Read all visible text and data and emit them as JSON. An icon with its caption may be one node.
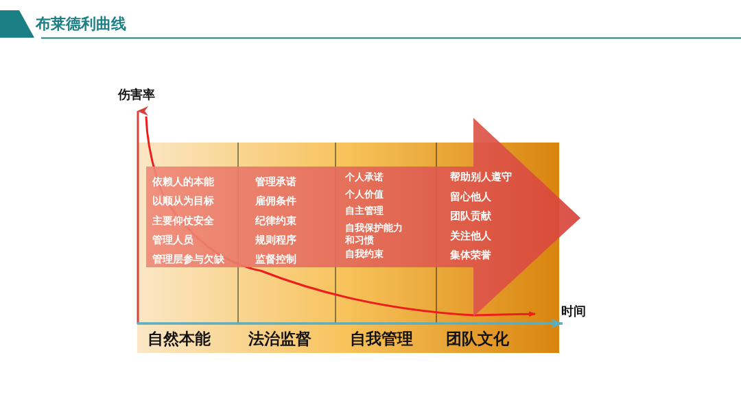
{
  "diagram": {
    "title": "布莱德利曲线",
    "nodes": [
      {
        "text": [
          "依赖人的本能",
          "以顺从为目标",
          "主要仰仗安全",
          "管理人员",
          "管理层参与欠缺"
        ]
      },
      {
        "text": [
          "管理承诺",
          "雇佣条件",
          "纪律约束",
          "规则程序",
          "监督控制"
        ]
      },
      {
        "text": [
          "个人承诺",
          "个人价值",
          "自主管理",
          "自我保护能力和习惯",
          "自我约束"
        ]
      },
      {
        "text": [
          "帮助别人遵守",
          "留心他人",
          "团队贡献",
          "关注他人",
          "集体荣誉"
        ]
      }
    ],
    "labels": [
      "伤害率",
      "时间",
      "自然本能",
      "法治监督",
      "自我管理",
      "团队文化"
    ]
  }
}
